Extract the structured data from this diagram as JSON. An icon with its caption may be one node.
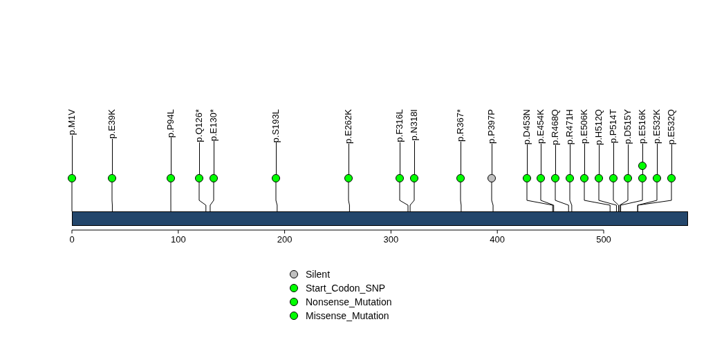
{
  "diagram": {
    "nodes": [
      {
        "text": [],
        "shape": "bar"
      },
      {
        "text": [
          "p.M1V"
        ]
      },
      {
        "text": [
          "p.E39K"
        ]
      },
      {
        "text": [
          "p.P94L"
        ]
      },
      {
        "text": [
          "p.Q126*"
        ]
      },
      {
        "text": [
          "p.E130*"
        ]
      },
      {
        "text": [
          "p.S193L"
        ]
      },
      {
        "text": [
          "p.E262K"
        ]
      },
      {
        "text": [
          "p.F316L"
        ]
      },
      {
        "text": [
          "p.N318I"
        ]
      },
      {
        "text": [
          "p.R367*"
        ]
      },
      {
        "text": [
          "p.P397P"
        ]
      },
      {
        "text": [
          "p.D453N"
        ]
      },
      {
        "text": [
          "p.E454K"
        ]
      },
      {
        "text": [
          "p.R468Q"
        ]
      },
      {
        "text": [
          "p.R471H"
        ]
      },
      {
        "text": [
          "p.E506K"
        ]
      },
      {
        "text": [
          "p.H512Q"
        ]
      },
      {
        "text": [
          "p.P514T"
        ]
      },
      {
        "text": [
          "p.D515Y"
        ]
      },
      {
        "text": [
          "p.E516K"
        ]
      },
      {
        "text": [
          "p.E532K"
        ]
      },
      {
        "text": [
          "p.E532Q"
        ]
      },
      {
        "text": [],
        "shape": "circle",
        "in": 20
      }
    ],
    "edges": [
      {
        "from": 1,
        "to": 0,
        "arrow": "none"
      },
      {
        "from": 2,
        "to": 0,
        "arrow": "none"
      },
      {
        "from": 3,
        "to": 0,
        "arrow": "none"
      },
      {
        "from": 4,
        "to": 0,
        "arrow": "none"
      },
      {
        "from": 5,
        "to": 0,
        "arrow": "none"
      },
      {
        "from": 6,
        "to": 0,
        "arrow": "none"
      },
      {
        "from": 7,
        "to": 0,
        "arrow": "none"
      },
      {
        "from": 8,
        "to": 0,
        "arrow": "none"
      },
      {
        "from": 9,
        "to": 0,
        "arrow": "none"
      },
      {
        "from": 10,
        "to": 0,
        "arrow": "none"
      },
      {
        "from": 11,
        "to": 0,
        "arrow": "none"
      },
      {
        "from": 12,
        "to": 0,
        "arrow": "none"
      },
      {
        "from": 13,
        "to": 0,
        "arrow": "none"
      },
      {
        "from": 14,
        "to": 0,
        "arrow": "none"
      },
      {
        "from": 15,
        "to": 0,
        "arrow": "none"
      },
      {
        "from": 16,
        "to": 0,
        "arrow": "none"
      },
      {
        "from": 17,
        "to": 0,
        "arrow": "none"
      },
      {
        "from": 18,
        "to": 0,
        "arrow": "none"
      },
      {
        "from": 19,
        "to": 0,
        "arrow": "none"
      },
      {
        "from": 20,
        "to": 0,
        "arrow": "none"
      },
      {
        "from": 21,
        "to": 0,
        "arrow": "none"
      },
      {
        "from": 22,
        "to": 0,
        "arrow": "none"
      }
    ],
    "labels": [
      "0",
      "100",
      "200",
      "300",
      "400",
      "500"
    ],
    "legend": [
      {
        "text": "Silent",
        "color": "#c0c0c0"
      },
      {
        "text": "Start_Codon_SNP",
        "color": "#00ff00"
      },
      {
        "text": "Nonsense_Mutation",
        "color": "#00ff00"
      },
      {
        "text": "Missense_Mutation",
        "color": "#00ff00"
      }
    ]
  }
}
